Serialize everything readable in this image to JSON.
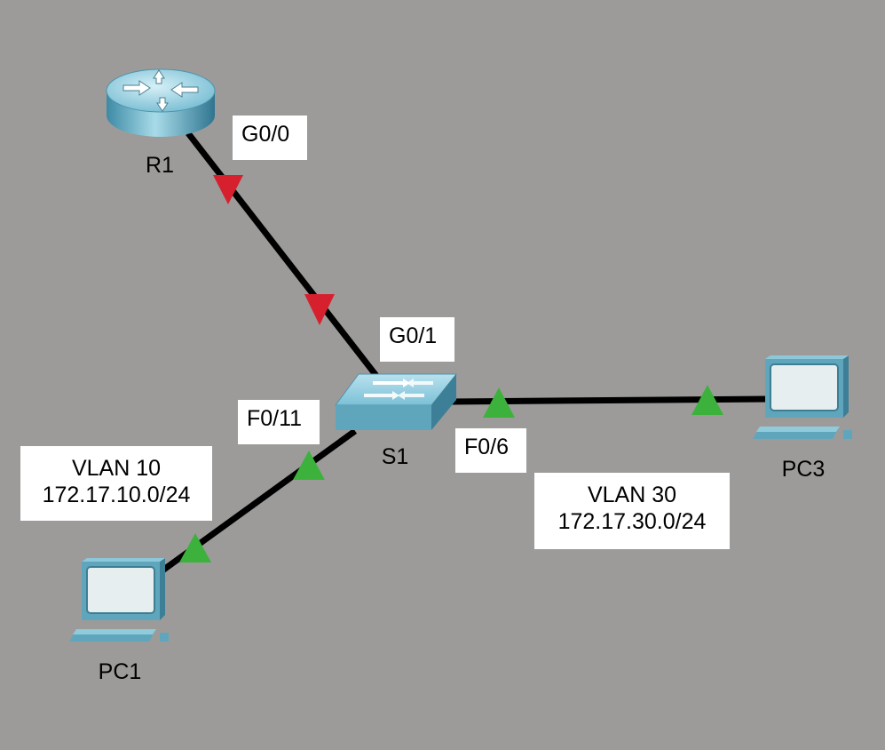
{
  "colors": {
    "background": "#9c9b9a",
    "link": "#000000",
    "link_down": "#d6202e",
    "link_up": "#3cb23c",
    "device_blue": "#5fa6bd"
  },
  "devices": {
    "r1": {
      "name": "R1",
      "icon": "router-icon"
    },
    "s1": {
      "name": "S1",
      "icon": "switch-icon"
    },
    "pc1": {
      "name": "PC1",
      "icon": "pc-icon"
    },
    "pc3": {
      "name": "PC3",
      "icon": "pc-icon"
    }
  },
  "ports": {
    "r1_g00": "G0/0",
    "s1_g01": "G0/1",
    "s1_f011": "F0/11",
    "s1_f06": "F0/6"
  },
  "vlans": {
    "vlan10": {
      "name": "VLAN 10",
      "subnet": "172.17.10.0/24"
    },
    "vlan30": {
      "name": "VLAN 30",
      "subnet": "172.17.30.0/24"
    }
  },
  "links": [
    {
      "from": "R1",
      "to": "S1",
      "status": "down"
    },
    {
      "from": "S1",
      "to": "PC1",
      "status": "up"
    },
    {
      "from": "S1",
      "to": "PC3",
      "status": "up"
    }
  ]
}
